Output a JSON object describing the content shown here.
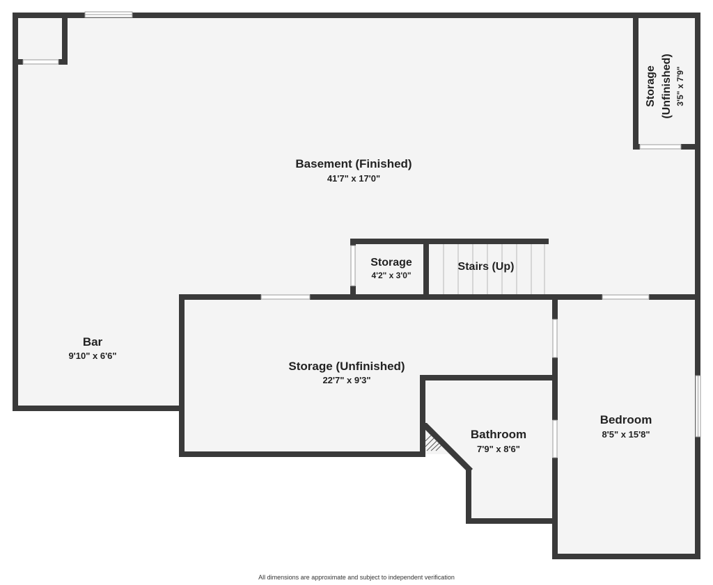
{
  "rooms": {
    "basement": {
      "name": "Basement (Finished)",
      "dims": "41'7\" x 17'0\""
    },
    "storage_right": {
      "name": "Storage",
      "name2": "(Unfinished)",
      "dims": "3'5\" x 7'9\""
    },
    "storage_small": {
      "name": "Storage",
      "dims": "4'2\" x 3'0\""
    },
    "stairs": {
      "name": "Stairs (Up)"
    },
    "bar": {
      "name": "Bar",
      "dims": "9'10\" x 6'6\""
    },
    "storage_unfinished": {
      "name": "Storage (Unfinished)",
      "dims": "22'7\" x 9'3\""
    },
    "bathroom": {
      "name": "Bathroom",
      "dims": "7'9\" x 8'6\""
    },
    "bedroom": {
      "name": "Bedroom",
      "dims": "8'5\" x 15'8\""
    }
  },
  "footer": {
    "disclaimer": "All dimensions are approximate and subject to independent verification"
  },
  "colors": {
    "wall": "#3a3a3a",
    "floor": "#f4f4f4",
    "background": "#ffffff",
    "text": "#222222"
  }
}
